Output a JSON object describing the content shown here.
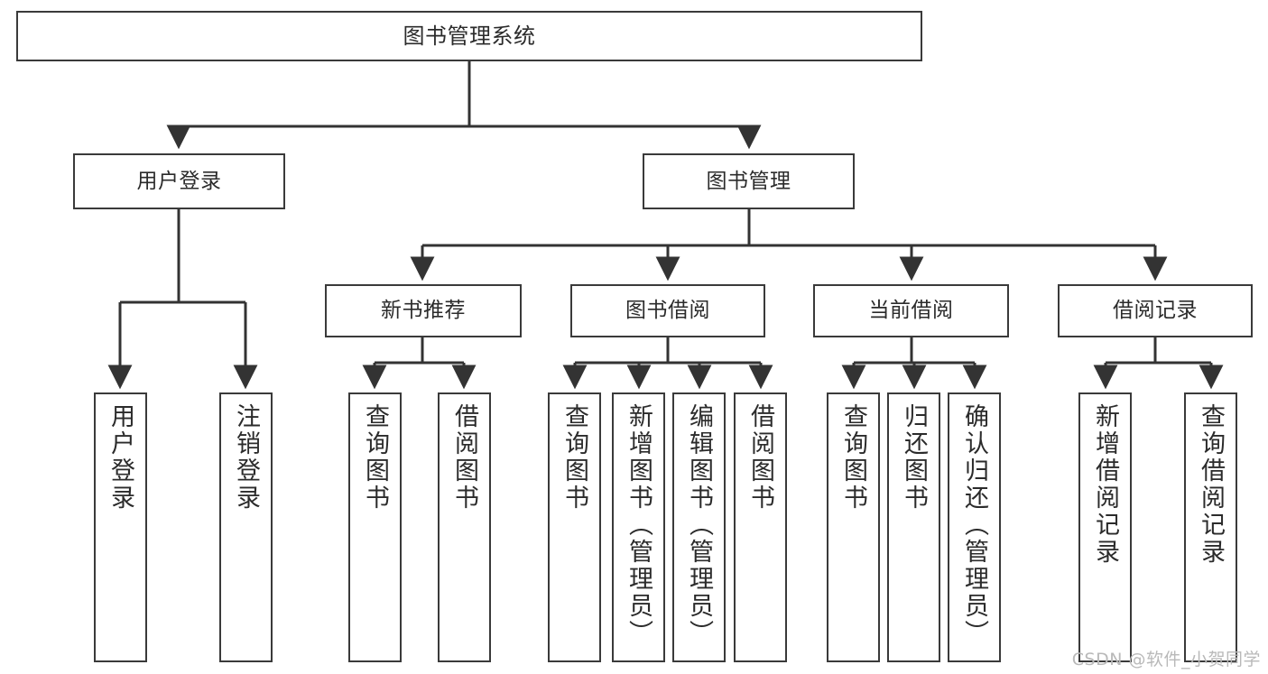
{
  "diagram": {
    "title": "图书管理系统",
    "type": "tree",
    "colors": {
      "box_border": "#3a3a3a",
      "box_fill": "#ffffff",
      "edge": "#333333",
      "text": "#2b2b2b",
      "watermark": "#b9b9b9",
      "background": "#ffffff"
    },
    "watermark": "CSDN @软件_小贺同学",
    "levels": [
      {
        "level": 1,
        "nodes": [
          {
            "id": "root",
            "label": "图书管理系统"
          }
        ]
      },
      {
        "level": 2,
        "nodes": [
          {
            "id": "login",
            "label": "用户登录",
            "parent": "root"
          },
          {
            "id": "bookmgmt",
            "label": "图书管理",
            "parent": "root"
          }
        ]
      },
      {
        "level": 3,
        "nodes": [
          {
            "id": "newbook",
            "label": "新书推荐",
            "parent": "bookmgmt"
          },
          {
            "id": "borrow",
            "label": "图书借阅",
            "parent": "bookmgmt"
          },
          {
            "id": "current",
            "label": "当前借阅",
            "parent": "bookmgmt"
          },
          {
            "id": "record",
            "label": "借阅记录",
            "parent": "bookmgmt"
          }
        ]
      },
      {
        "level": 4,
        "nodes": [
          {
            "id": "leaf1",
            "label": "用户登录",
            "parent": "login"
          },
          {
            "id": "leaf2",
            "label": "注销登录",
            "parent": "login"
          },
          {
            "id": "leaf3",
            "label": "查询图书",
            "parent": "newbook"
          },
          {
            "id": "leaf4",
            "label": "借阅图书",
            "parent": "newbook"
          },
          {
            "id": "leaf5",
            "label": "查询图书",
            "parent": "borrow"
          },
          {
            "id": "leaf6",
            "label": "新增图书（管理员）",
            "parent": "borrow"
          },
          {
            "id": "leaf7",
            "label": "编辑图书（管理员）",
            "parent": "borrow"
          },
          {
            "id": "leaf8",
            "label": "借阅图书",
            "parent": "borrow"
          },
          {
            "id": "leaf9",
            "label": "查询图书",
            "parent": "current"
          },
          {
            "id": "leaf10",
            "label": "归还图书",
            "parent": "current"
          },
          {
            "id": "leaf11",
            "label": "确认归还（管理员）",
            "parent": "current"
          },
          {
            "id": "leaf12",
            "label": "新增借阅记录",
            "parent": "record"
          },
          {
            "id": "leaf13",
            "label": "查询借阅记录",
            "parent": "record"
          }
        ]
      }
    ]
  }
}
